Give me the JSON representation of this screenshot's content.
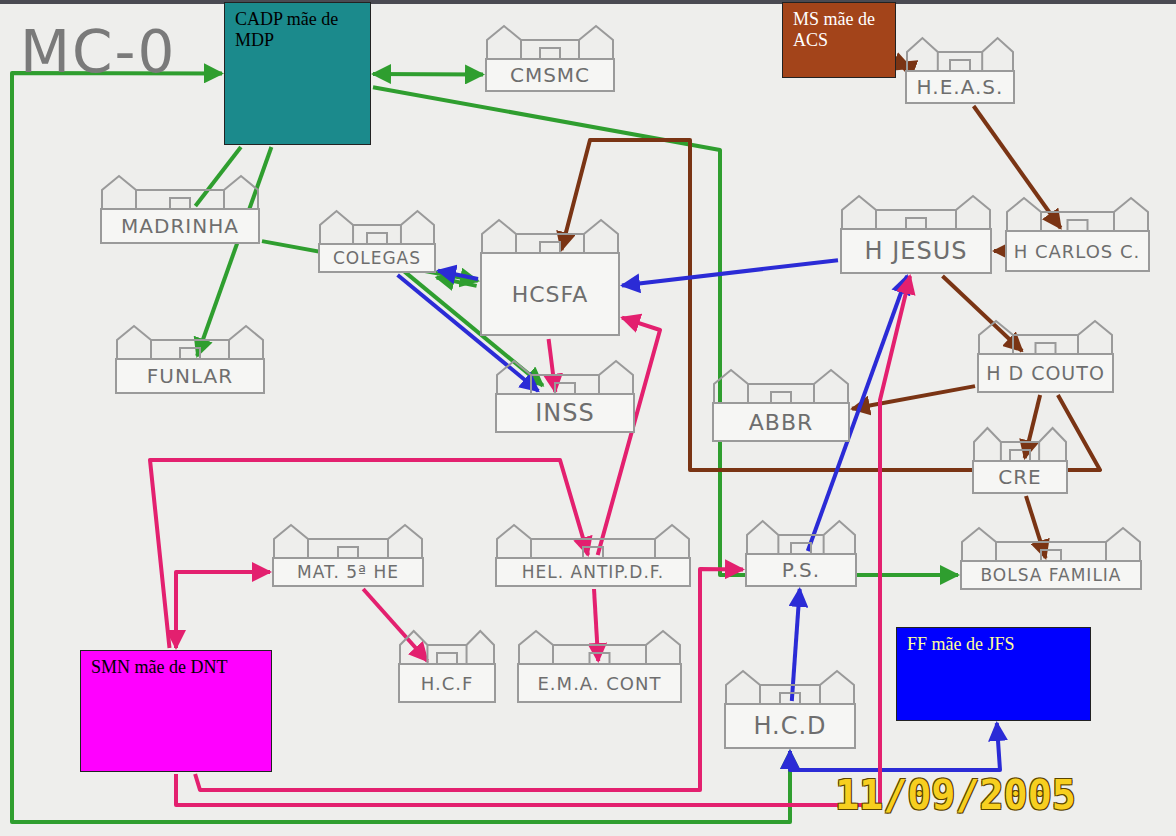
{
  "diagram": {
    "title": "MC-0",
    "nodes": [
      {
        "text": [
          "CADP mãe de MDP"
        ]
      },
      {
        "text": [
          "CMSMC"
        ]
      },
      {
        "text": [
          "MS mãe de ACS"
        ]
      },
      {
        "text": [
          "H.E.A.S."
        ]
      },
      {
        "text": [
          "MADRINHA"
        ]
      },
      {
        "text": [
          "COLEGAS"
        ]
      },
      {
        "text": [
          "HCSFA"
        ]
      },
      {
        "text": [
          "H JESUS"
        ]
      },
      {
        "text": [
          "H CARLOS C."
        ]
      },
      {
        "text": [
          "FUNLAR"
        ]
      },
      {
        "text": [
          "INSS"
        ]
      },
      {
        "text": [
          "ABBR"
        ]
      },
      {
        "text": [
          "H D COUTO"
        ]
      },
      {
        "text": [
          "CRE"
        ]
      },
      {
        "text": [
          "BOLSA FAMILIA"
        ]
      },
      {
        "text": [
          "MAT. 5ª HE"
        ]
      },
      {
        "text": [
          "HEL. ANTIP.D.F."
        ]
      },
      {
        "text": [
          "P.S."
        ]
      },
      {
        "text": [
          "H.C.F"
        ]
      },
      {
        "text": [
          "E.M.A. CONT"
        ]
      },
      {
        "text": [
          "H.C.D"
        ]
      },
      {
        "text": [
          "SMN mãe de DNT"
        ]
      },
      {
        "text": [
          "FF mãe de JFS"
        ]
      }
    ],
    "edges": [
      {
        "from": 0,
        "to": 1,
        "arrow": "both"
      },
      {
        "from": 20,
        "to": 0,
        "arrow": "both"
      },
      {
        "from": 0,
        "to": 9,
        "arrow": "to"
      },
      {
        "from": 0,
        "to": 4,
        "arrow": "none"
      },
      {
        "from": 4,
        "to": 6,
        "arrow": "to"
      },
      {
        "from": 6,
        "to": 5,
        "arrow": "to"
      },
      {
        "from": 5,
        "to": 10,
        "arrow": "to"
      },
      {
        "from": 0,
        "to": 14,
        "arrow": "to"
      },
      {
        "from": 2,
        "to": 3,
        "arrow": "both"
      },
      {
        "from": 3,
        "to": 8,
        "arrow": "to"
      },
      {
        "from": 8,
        "to": 7,
        "arrow": "to"
      },
      {
        "from": 7,
        "to": 12,
        "arrow": "to"
      },
      {
        "from": 12,
        "to": 11,
        "arrow": "to"
      },
      {
        "from": 12,
        "to": 13,
        "arrow": "to"
      },
      {
        "from": 13,
        "to": 14,
        "arrow": "to"
      },
      {
        "from": 12,
        "to": 6,
        "arrow": "to"
      },
      {
        "from": 20,
        "to": 17,
        "arrow": "to"
      },
      {
        "from": 17,
        "to": 7,
        "arrow": "to"
      },
      {
        "from": 7,
        "to": 6,
        "arrow": "to"
      },
      {
        "from": 6,
        "to": 5,
        "arrow": "to"
      },
      {
        "from": 5,
        "to": 10,
        "arrow": "to"
      },
      {
        "from": 20,
        "to": 22,
        "arrow": "both"
      },
      {
        "from": 21,
        "to": 15,
        "arrow": "both"
      },
      {
        "from": 15,
        "to": 18,
        "arrow": "to"
      },
      {
        "from": 21,
        "to": 16,
        "arrow": "to"
      },
      {
        "from": 16,
        "to": 19,
        "arrow": "to"
      },
      {
        "from": 16,
        "to": 6,
        "arrow": "to"
      },
      {
        "from": 21,
        "to": 17,
        "arrow": "to"
      },
      {
        "from": 21,
        "to": 7,
        "arrow": "to"
      },
      {
        "from": 6,
        "to": 10,
        "arrow": "to"
      }
    ],
    "labels": [
      "11/09/2005"
    ]
  }
}
